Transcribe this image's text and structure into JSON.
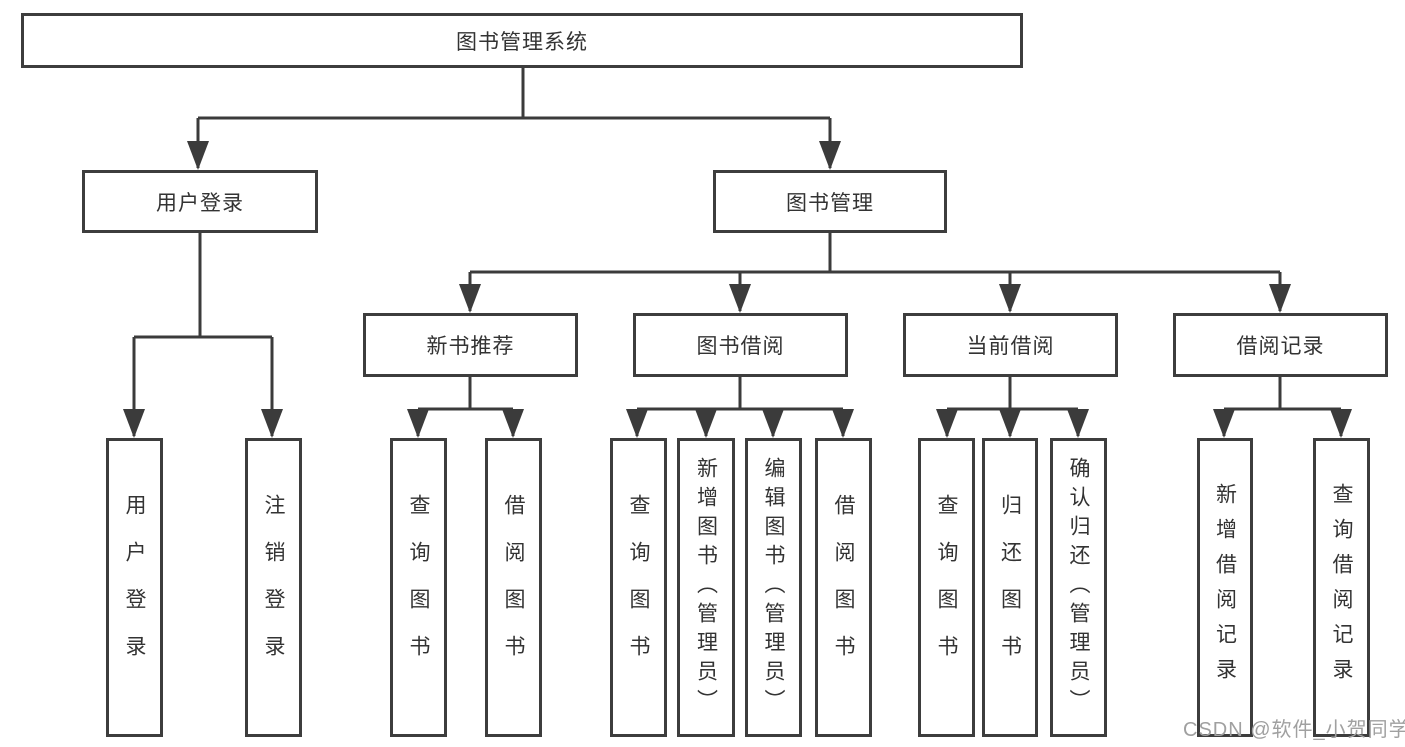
{
  "colors": {
    "line": "#3b3b3b",
    "box_border": "#3d3d3d",
    "text": "#333333",
    "watermark_text": "#a0a0a0",
    "background": "#ffffff"
  },
  "watermark": {
    "text": "CSDN @软件_小贺同学"
  },
  "nodes": {
    "root": {
      "label": "图书管理系统"
    },
    "level2": [
      {
        "label": "用户登录"
      },
      {
        "label": "图书管理"
      }
    ],
    "level3": [
      {
        "label": "新书推荐"
      },
      {
        "label": "图书借阅"
      },
      {
        "label": "当前借阅"
      },
      {
        "label": "借阅记录"
      }
    ],
    "leaves": [
      {
        "label": "用户登录"
      },
      {
        "label": "注销登录"
      },
      {
        "label": "查询图书"
      },
      {
        "label": "借阅图书"
      },
      {
        "label": "查询图书"
      },
      {
        "label": "新增图书（管理员）"
      },
      {
        "label": "编辑图书（管理员）"
      },
      {
        "label": "借阅图书"
      },
      {
        "label": "查询图书"
      },
      {
        "label": "归还图书"
      },
      {
        "label": "确认归还（管理员）"
      },
      {
        "label": "新增借阅记录"
      },
      {
        "label": "查询借阅记录"
      }
    ]
  }
}
